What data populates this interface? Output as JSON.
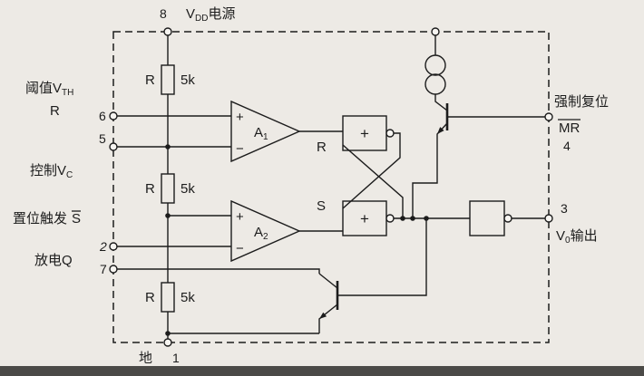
{
  "colors": {
    "background": "#edeae5",
    "line": "#1c1c1c",
    "scan_edge": "#4b4a47"
  },
  "pins": {
    "power": {
      "number": "8",
      "v": "V",
      "sub": "DD",
      "text": "电源"
    },
    "threshold": {
      "label": "阈值",
      "v": "V",
      "sub": "TH",
      "alt": "R",
      "number": "6"
    },
    "control": {
      "label": "控制",
      "v": "V",
      "sub": "C",
      "number": "5"
    },
    "trigger": {
      "label": "置位触发",
      "s": "S",
      "number": "2"
    },
    "discharge": {
      "label": "放电Q",
      "number": "7"
    },
    "ground": {
      "label": "地",
      "number": "1"
    },
    "reset": {
      "label": "强制复位",
      "mr": "MR",
      "number": "4"
    },
    "output": {
      "number": "3",
      "v": "V",
      "sub": "0",
      "text": "输出"
    }
  },
  "components": {
    "resistors": [
      {
        "name": "R",
        "value": "5k"
      },
      {
        "name": "R",
        "value": "5k"
      },
      {
        "name": "R",
        "value": "5k"
      }
    ],
    "comparator1": {
      "plus": "+",
      "minus": "−",
      "name": "A",
      "sub": "1"
    },
    "comparator2": {
      "plus": "+",
      "minus": "−",
      "name": "A",
      "sub": "2"
    },
    "flipflop": {
      "r_input": "R",
      "s_input": "S",
      "top_gate_symbol": "+",
      "bottom_gate_symbol": "+"
    }
  }
}
